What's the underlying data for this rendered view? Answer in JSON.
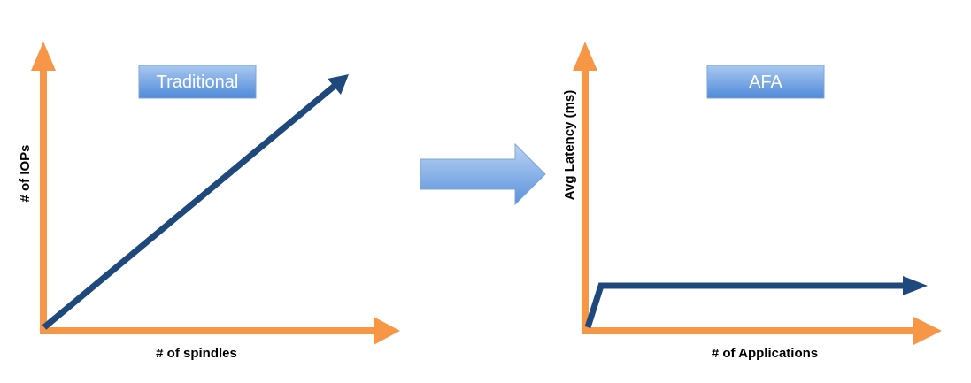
{
  "colors": {
    "axis": "#f79646",
    "trend": "#1f497d",
    "box_top": "#a9c8f0",
    "box_bottom": "#4f8ad8",
    "box_border": "#7fa6d8",
    "transition_arrow_top": "#b9d3f3",
    "transition_arrow_bottom": "#5a92dc"
  },
  "left_panel": {
    "title": "Traditional",
    "x_axis_label": "# of spindles",
    "y_axis_label": "# of IOPs",
    "trend": "linear-increase"
  },
  "right_panel": {
    "title": "AFA",
    "x_axis_label": "# of Applications",
    "y_axis_label": "Avg Latency (ms)",
    "trend": "flat-low"
  },
  "transition": {
    "icon": "right-arrow-icon"
  }
}
